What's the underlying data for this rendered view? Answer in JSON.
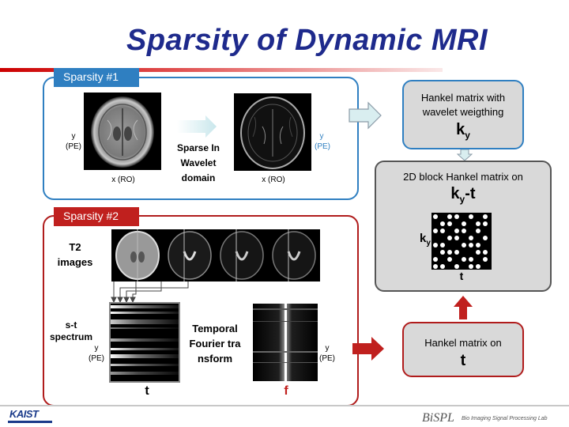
{
  "title": "Sparsity of Dynamic MRI",
  "panel1": {
    "tag": "Sparsity #1",
    "y_label_left": "y",
    "pe_label_left": "(PE)",
    "x_label_left": "x (RO)",
    "middle_line1": "Sparse In",
    "middle_line2": "Wavelet",
    "middle_line3": "domain",
    "y_label_right": "y",
    "pe_label_right": "(PE)",
    "x_label_right": "x (RO)"
  },
  "panel2": {
    "tag": "Sparsity #2",
    "t2_line1": "T2",
    "t2_line2": "images",
    "st_line1": "s-t",
    "st_line2": "spectrum",
    "y_left": "y",
    "pe_left": "(PE)",
    "t_label": "t",
    "tf_line1": "Temporal",
    "tf_line2": "Fourier tra",
    "tf_line3": "nsform",
    "y_right": "y",
    "pe_right": "(PE)",
    "f_label": "f"
  },
  "right": {
    "box1_line1": "Hankel matrix with",
    "box1_line2": "wavelet weigthing",
    "box1_k": "k",
    "box1_k_sub": "y",
    "box2_line1": "2D block Hankel matrix on",
    "box2_k": "k",
    "box2_k_sub": "y",
    "box2_k_rest": "-t",
    "grid_y_k": "k",
    "grid_y_sub": "y",
    "grid_t": "t",
    "box3_line1": "Hankel matrix on",
    "box3_t": "t"
  },
  "footer": {
    "kaist": "KAIST",
    "bispl": "BiSPL",
    "bispl_sub": "Bio Imaging Signal Processing Lab"
  },
  "colors": {
    "title": "#1e2a8c",
    "blue": "#2f7fc1",
    "red": "#c0201e"
  }
}
